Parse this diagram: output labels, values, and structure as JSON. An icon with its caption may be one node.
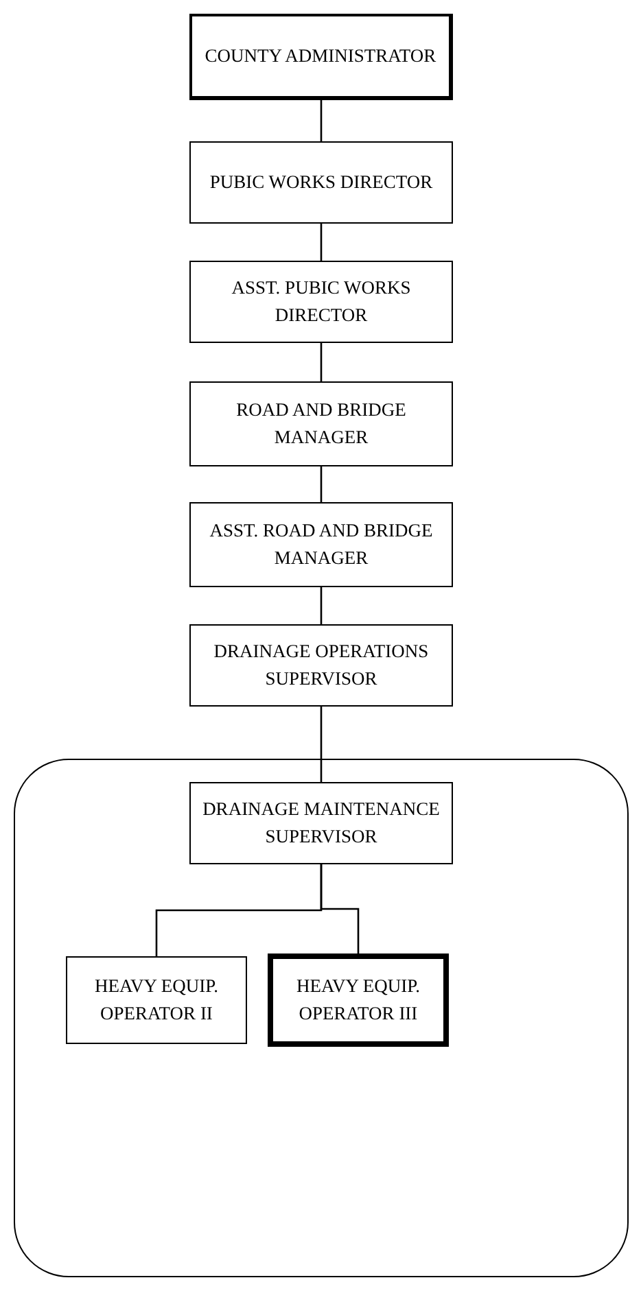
{
  "diagram": {
    "nodes": [
      {
        "text": [
          "COUNTY ADMINISTRATOR"
        ]
      },
      {
        "text": [
          "PUBIC WORKS DIRECTOR"
        ]
      },
      {
        "text": [
          "ASST. PUBIC WORKS DIRECTOR"
        ]
      },
      {
        "text": [
          "ROAD AND BRIDGE MANAGER"
        ]
      },
      {
        "text": [
          "ASST. ROAD AND BRIDGE MANAGER"
        ]
      },
      {
        "text": [
          "DRAINAGE OPERATIONS SUPERVISOR"
        ]
      },
      {
        "text": [],
        "shape": "box"
      },
      {
        "text": [
          "DRAINAGE MAINTENANCE SUPERVISOR"
        ],
        "in": 6
      },
      {
        "text": [
          "HEAVY EQUIP. OPERATOR II"
        ],
        "in": 6
      },
      {
        "text": [
          "HEAVY EQUIP. OPERATOR III"
        ],
        "in": 6
      }
    ],
    "edges": [
      {
        "from": 0,
        "to": 1,
        "arrow": "none"
      },
      {
        "from": 1,
        "to": 2,
        "arrow": "none"
      },
      {
        "from": 2,
        "to": 3,
        "arrow": "none"
      },
      {
        "from": 3,
        "to": 4,
        "arrow": "none"
      },
      {
        "from": 4,
        "to": 5,
        "arrow": "none"
      },
      {
        "from": 5,
        "to": 7,
        "arrow": "none"
      },
      {
        "from": 7,
        "to": 8,
        "arrow": "none"
      },
      {
        "from": 7,
        "to": 9,
        "arrow": "none"
      }
    ]
  }
}
